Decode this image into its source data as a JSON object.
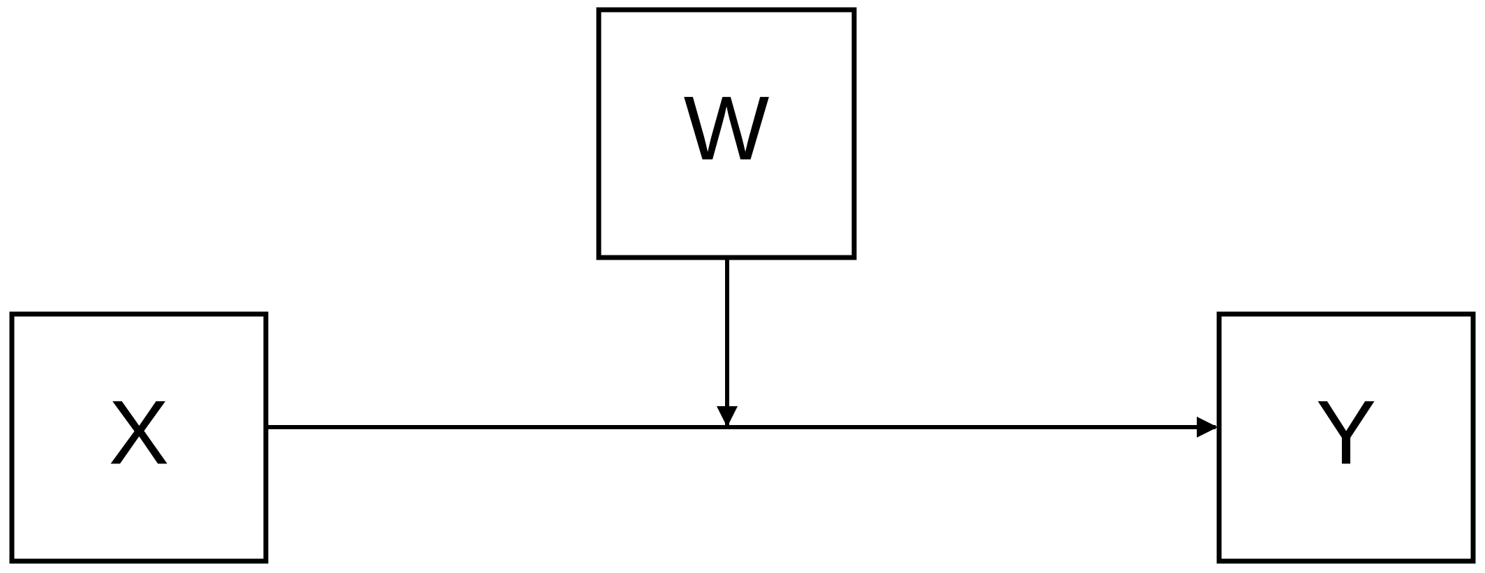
{
  "diagram": {
    "nodes": {
      "x": {
        "label": "X"
      },
      "w": {
        "label": "W"
      },
      "y": {
        "label": "Y"
      }
    },
    "edges": [
      {
        "from": "X",
        "to": "Y"
      },
      {
        "from": "W",
        "to": "X-Y path"
      }
    ],
    "colors": {
      "stroke": "#000000",
      "fill": "#ffffff"
    }
  }
}
